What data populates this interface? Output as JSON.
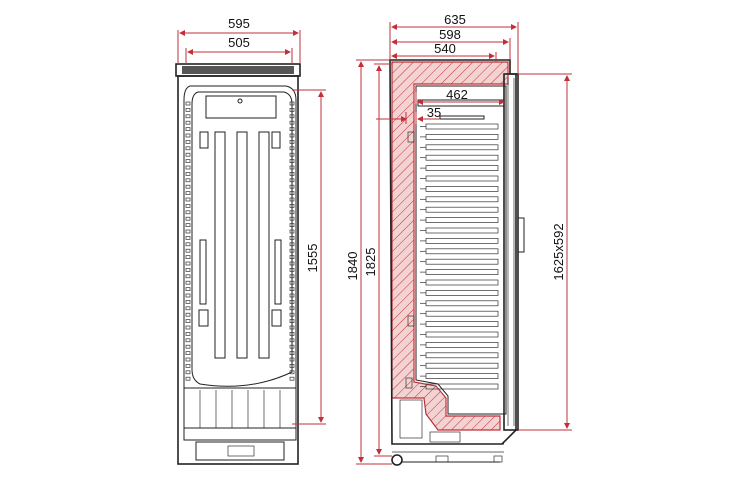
{
  "dimensions": {
    "front_width_outer": "595",
    "front_width_inner": "505",
    "front_height_inner": "1555",
    "side_depth_total": "635",
    "side_depth_598": "598",
    "side_depth_540": "540",
    "side_depth_462": "462",
    "side_offset_35": "35",
    "side_height_total": "1840",
    "side_height_1825": "1825",
    "door_size": "1625x592"
  },
  "colors": {
    "dimension_line": "#c0303a",
    "insulation_fill": "#f3d2d2",
    "insulation_hatch": "#c0303a",
    "outline": "#222222"
  }
}
